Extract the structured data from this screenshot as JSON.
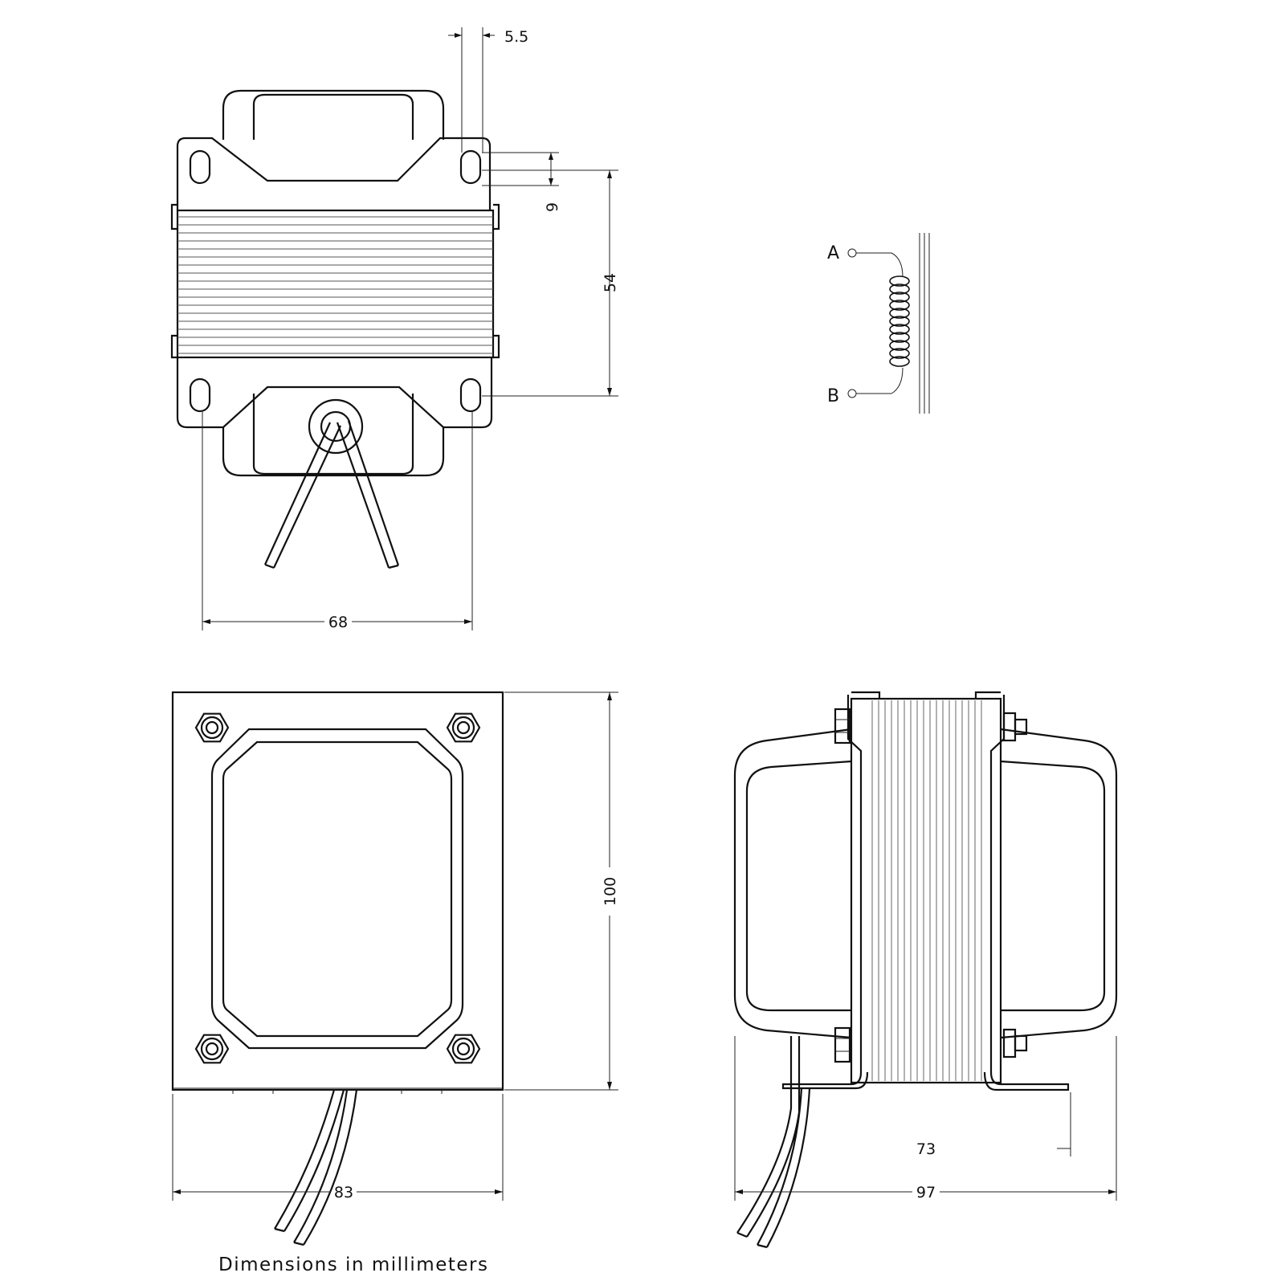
{
  "views": {
    "top": {
      "name": "top-view"
    },
    "front": {
      "name": "front-view"
    },
    "side": {
      "name": "side-view"
    },
    "schematic": {
      "name": "winding-schematic"
    }
  },
  "dimensions": {
    "slot_width": "5.5",
    "slot_length": "9",
    "hole_spacing_y": "54",
    "hole_spacing_x": "68",
    "height": "100",
    "front_width": "83",
    "side_inner": "73",
    "side_width": "97"
  },
  "schematic": {
    "terminal_a": "A",
    "terminal_b": "B"
  },
  "footnote": "Dimensions in millimeters"
}
